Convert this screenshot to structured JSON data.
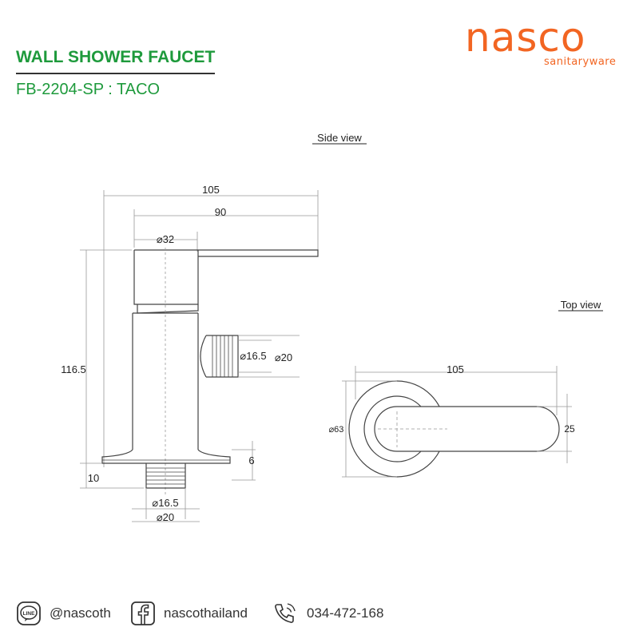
{
  "header": {
    "title": "WALL SHOWER FAUCET",
    "model": "FB-2204-SP : TACO",
    "brand": "nasco",
    "brand_sub": "sanitaryware"
  },
  "colors": {
    "title_green": "#1e9a3c",
    "brand_orange": "#f26522",
    "line": "#444444"
  },
  "side_view": {
    "heading": "Side view",
    "dim_overall_width": "105",
    "dim_handle_width": "90",
    "dim_body_dia": "⌀32",
    "dim_height": "116.5",
    "dim_outlet_inner": "⌀16.5",
    "dim_outlet_outer": "⌀20",
    "dim_flange": "6",
    "dim_base": "10",
    "dim_inlet_inner": "⌀16.5",
    "dim_inlet_outer": "⌀20"
  },
  "top_view": {
    "heading": "Top view",
    "dim_width": "105",
    "dim_plate_dia": "⌀63",
    "dim_handle_width": "25"
  },
  "footer": {
    "line_icon": "line-app-icon",
    "line_handle": "@nascoth",
    "facebook_icon": "facebook-icon",
    "facebook_handle": "nascothailand",
    "phone_icon": "phone-icon",
    "phone_number": "034-472-168"
  }
}
